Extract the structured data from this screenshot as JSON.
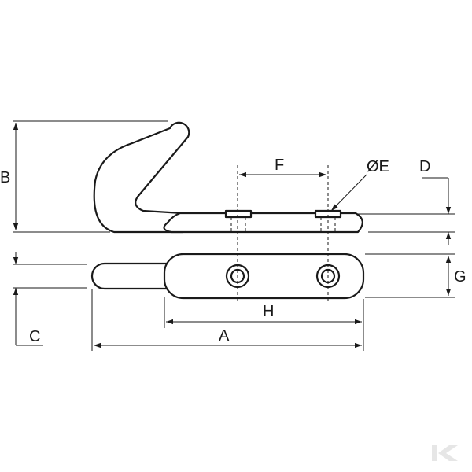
{
  "labels": {
    "A": "A",
    "B": "B",
    "C": "C",
    "D": "D",
    "E": "ØE",
    "F": "F",
    "G": "G",
    "H": "H"
  },
  "logo": {
    "text": "K",
    "icon": "brand-k-logo"
  },
  "colors": {
    "line": "#1a1a1a",
    "background": "#ffffff",
    "logo": "#e6e6e6"
  }
}
